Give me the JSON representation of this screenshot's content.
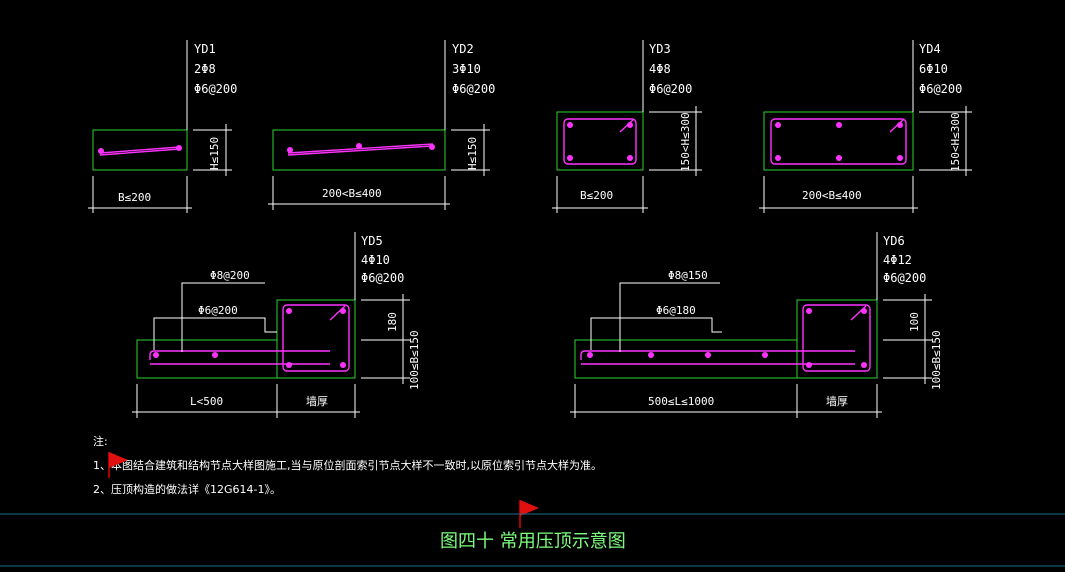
{
  "yd1": {
    "name": "YD1",
    "bars": "2Φ8",
    "stirrup": "Φ6@200",
    "height": "H≤150",
    "width": "B≤200"
  },
  "yd2": {
    "name": "YD2",
    "bars": "3Φ10",
    "stirrup": "Φ6@200",
    "height": "H≤150",
    "width": "200<B≤400"
  },
  "yd3": {
    "name": "YD3",
    "bars": "4Φ8",
    "stirrup": "Φ6@200",
    "height": "150<H≤300",
    "width": "B≤200"
  },
  "yd4": {
    "name": "YD4",
    "bars": "6Φ10",
    "stirrup": "Φ6@200",
    "height": "150<H≤300",
    "width": "200<B≤400"
  },
  "yd5": {
    "name": "YD5",
    "bars": "4Φ10",
    "stirrup": "Φ6@200",
    "dist_top": "Φ8@200",
    "dist_bottom": "Φ6@200",
    "dim_top": "180",
    "dim_bottom": "100≤B≤150",
    "span": "L<500",
    "wall": "墙厚"
  },
  "yd6": {
    "name": "YD6",
    "bars": "4Φ12",
    "stirrup": "Φ6@200",
    "dist_top": "Φ8@150",
    "dist_bottom": "Φ6@180",
    "dim_top": "100",
    "dim_bottom": "100≤B≤150",
    "span": "500≤L≤1000",
    "wall": "墙厚"
  },
  "notes": {
    "heading": "注:",
    "line1": "1、本图结合建筑和结构节点大样图施工,当与原位剖面索引节点大样不一致时,以原位索引节点大样为准。",
    "line2": "2、压顶构造的做法详《12G614-1》。"
  },
  "caption": "图四十  常用压顶示意图",
  "colors": {
    "concrete": "#2bd22b",
    "rebar": "#ff33ff",
    "dim": "#ffffff",
    "caption": "#7dff7d",
    "flag": "#e01010"
  }
}
